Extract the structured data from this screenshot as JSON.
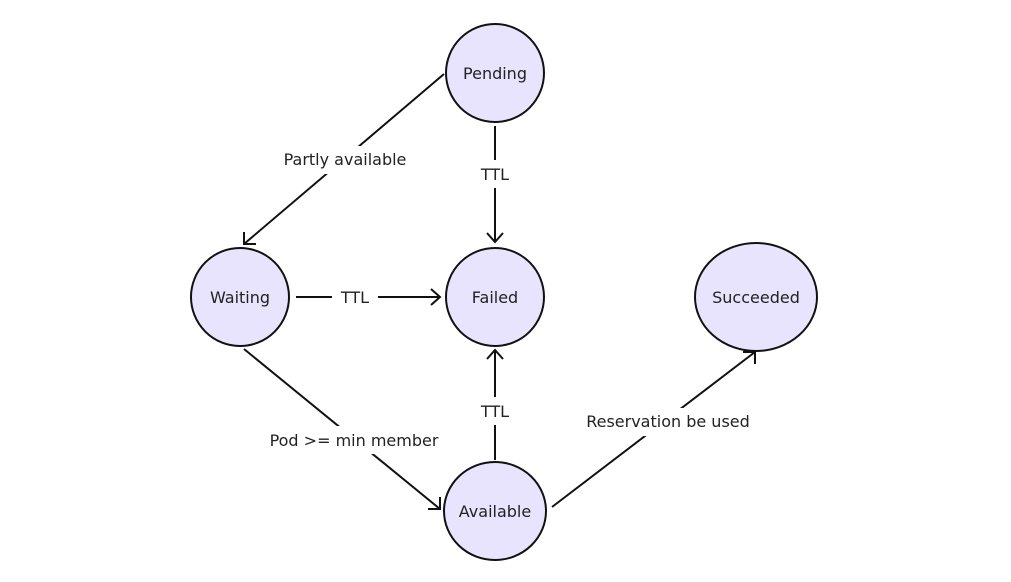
{
  "diagram": {
    "nodes": {
      "pending": {
        "label": "Pending"
      },
      "waiting": {
        "label": "Waiting"
      },
      "failed": {
        "label": "Failed"
      },
      "succeeded": {
        "label": "Succeeded"
      },
      "available": {
        "label": "Available"
      }
    },
    "edges": {
      "pending_to_waiting": {
        "from": "Pending",
        "to": "Waiting",
        "label": "Partly available"
      },
      "pending_to_failed": {
        "from": "Pending",
        "to": "Failed",
        "label": "TTL"
      },
      "waiting_to_failed": {
        "from": "Waiting",
        "to": "Failed",
        "label": "TTL"
      },
      "waiting_to_available": {
        "from": "Waiting",
        "to": "Available",
        "label": "Pod >= min member"
      },
      "available_to_failed": {
        "from": "Available",
        "to": "Failed",
        "label": "TTL"
      },
      "available_to_succeeded": {
        "from": "Available",
        "to": "Succeeded",
        "label": "Reservation be used"
      }
    },
    "colors": {
      "node_fill": "#e8e4fd",
      "stroke": "#111111",
      "text": "#222222"
    }
  }
}
